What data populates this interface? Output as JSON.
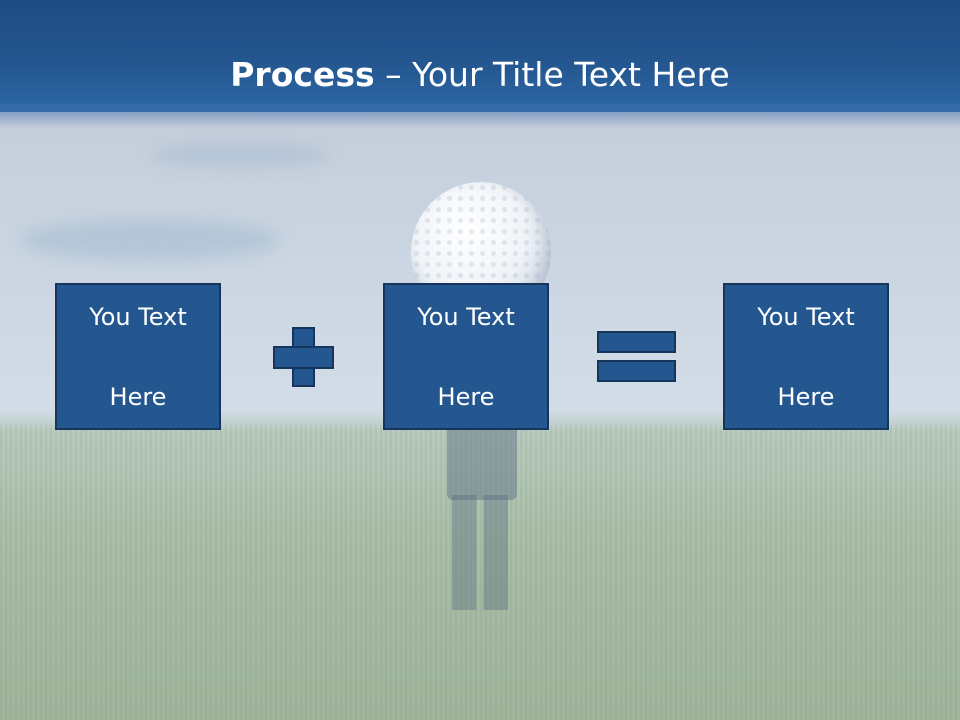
{
  "slide": {
    "title_bold": "Process",
    "title_rest": " – Your Title Text Here",
    "boxes": [
      {
        "line1": "You Text",
        "line2": "Here"
      },
      {
        "line1": "You Text",
        "line2": "Here"
      },
      {
        "line1": "You Text",
        "line2": "Here"
      }
    ],
    "operators": [
      "plus",
      "equals"
    ],
    "colors": {
      "header": "#24568f",
      "box_fill": "#24578f",
      "box_border": "#16355c",
      "text": "#ffffff"
    }
  }
}
